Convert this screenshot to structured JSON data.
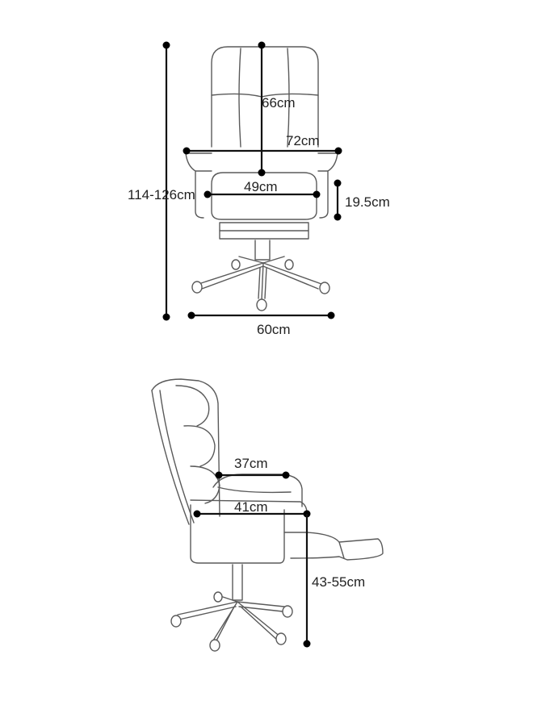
{
  "front_view": {
    "back_height": "66cm",
    "overall_width": "72cm",
    "seat_width": "49cm",
    "armrest_height": "19.5cm",
    "total_height": "114-126cm",
    "base_width": "60cm"
  },
  "side_view": {
    "seat_depth": "37cm",
    "arm_depth": "41cm",
    "seat_height": "43-55cm"
  }
}
